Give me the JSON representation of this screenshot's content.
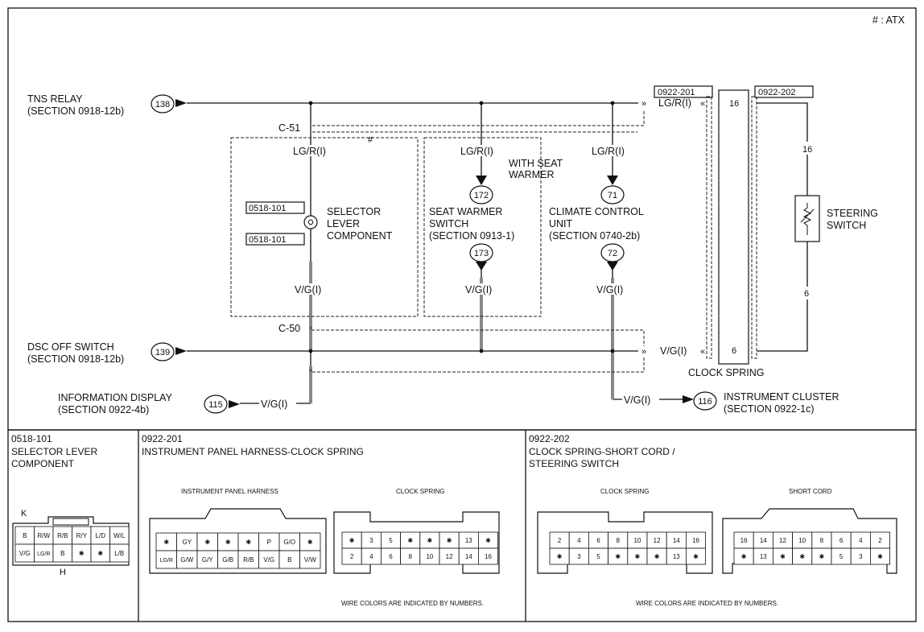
{
  "legend": "# : ATX",
  "left_terminals": [
    {
      "circle": "138",
      "name": "TNS RELAY",
      "section": "(SECTION 0918-12b)"
    },
    {
      "circle": "139",
      "name": "DSC OFF SWITCH",
      "section": "(SECTION 0918-12b)"
    },
    {
      "circle": "115",
      "name": "INFORMATION DISPLAY",
      "section": "(SECTION 0922-4b)",
      "wire": "V/G(I)"
    }
  ],
  "connectors": {
    "c51": "C-51",
    "c50": "C-50",
    "hash_mark": "#"
  },
  "selector": {
    "wire_top": "LG/R(I)",
    "wire_bottom": "V/G(I)",
    "conn_top": "0518-101",
    "conn_bottom": "0518-101",
    "name": [
      "SELECTOR",
      "LEVER",
      "COMPONENT"
    ]
  },
  "seat_warmer": {
    "wire_top": "LG/R(I)",
    "wire_bottom": "V/G(I)",
    "circle_top": "172",
    "circle_bottom": "173",
    "note": [
      "WITH SEAT",
      "WARMER"
    ],
    "name": [
      "SEAT WARMER",
      "SWITCH",
      "(SECTION 0913-1)"
    ]
  },
  "climate": {
    "wire_top": "LG/R(I)",
    "wire_bottom": "V/G(I)",
    "circle_top": "71",
    "circle_bottom": "72",
    "name": [
      "CLIMATE CONTROL",
      "UNIT",
      "(SECTION 0740-2b)"
    ]
  },
  "clock_spring": {
    "name": "CLOCK SPRING",
    "conn_left": "0922-201",
    "conn_right": "0922-202",
    "wire_top": "LG/R(I)",
    "wire_bottom": "V/G(I)",
    "pin_top": "16",
    "pin_bottom": "6",
    "right_pin_top": "16",
    "right_pin_bottom": "6"
  },
  "steering_switch": [
    "STEERING",
    "SWITCH"
  ],
  "instrument_cluster": {
    "wire": "V/G(I)",
    "circle": "116",
    "name": "INSTRUMENT CLUSTER",
    "section": "(SECTION 0922-1c)"
  },
  "panels": [
    {
      "code": "0518-101",
      "title": [
        "SELECTOR LEVER",
        "COMPONENT"
      ]
    },
    {
      "code": "0922-201",
      "title": [
        "INSTRUMENT PANEL HARNESS-CLOCK SPRING"
      ]
    },
    {
      "code": "0922-202",
      "title": [
        "CLOCK SPRING-SHORT CORD /",
        "STEERING SWITCH"
      ]
    }
  ],
  "sub_labels": {
    "ip_harness": "INSTRUMENT PANEL HARNESS",
    "clock_spring_1": "CLOCK SPRING",
    "clock_spring_2": "CLOCK SPRING",
    "short_cord": "SHORT CORD",
    "wire_note_1": "WIRE COLORS ARE INDICATED BY NUMBERS.",
    "wire_note_2": "WIRE COLORS ARE INDICATED BY NUMBERS.",
    "k": "K",
    "h": "H"
  },
  "selector_connector": {
    "top": [
      "B",
      "R/W",
      "R/B",
      "R/Y",
      "L/D",
      "W/L"
    ],
    "bottom": [
      "V/G",
      "LG/R",
      "B",
      "✱",
      "✱",
      "L/B"
    ]
  },
  "ip_harness_connector": {
    "top": [
      "✱",
      "GY",
      "✱",
      "✱",
      "✱",
      "P",
      "G/O",
      "✱"
    ],
    "bottom": [
      "LG/R",
      "G/W",
      "G/Y",
      "G/B",
      "R/B",
      "V/G",
      "B",
      "V/W"
    ]
  },
  "clock_spring_201": {
    "top": [
      "✱",
      "3",
      "5",
      "✱",
      "✱",
      "✱",
      "13",
      "✱"
    ],
    "bottom": [
      "2",
      "4",
      "6",
      "8",
      "10",
      "12",
      "14",
      "16"
    ]
  },
  "clock_spring_202": {
    "top": [
      "2",
      "4",
      "6",
      "8",
      "10",
      "12",
      "14",
      "16"
    ],
    "bottom": [
      "✱",
      "3",
      "5",
      "✱",
      "✱",
      "✱",
      "13",
      "✱"
    ]
  },
  "short_cord_connector": {
    "top": [
      "16",
      "14",
      "12",
      "10",
      "8",
      "6",
      "4",
      "2"
    ],
    "bottom": [
      "✱",
      "13",
      "✱",
      "✱",
      "✱",
      "5",
      "3",
      "✱"
    ]
  },
  "icons": [
    "arrowhead-icon",
    "splice-dot-icon",
    "connector-circle-icon",
    "resistor-switch-icon"
  ]
}
